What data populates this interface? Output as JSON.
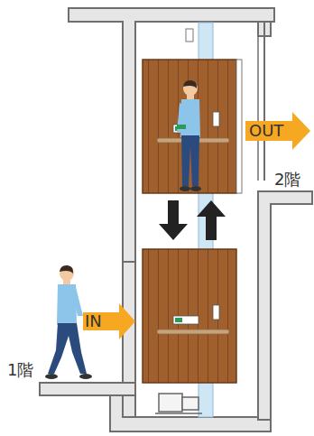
{
  "diagram": {
    "labels": [
      "OUT",
      "2階",
      "IN",
      "1階"
    ]
  }
}
